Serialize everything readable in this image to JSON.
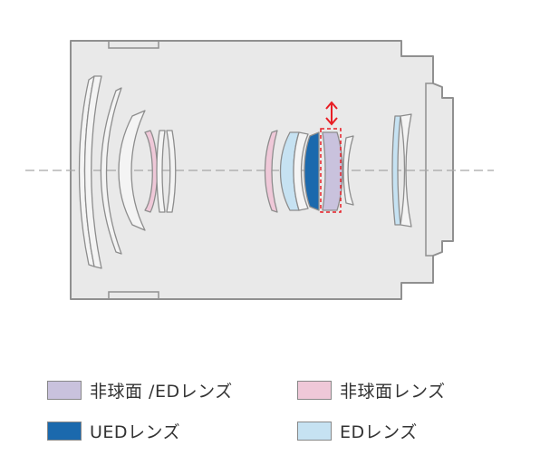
{
  "colors": {
    "barrel_fill": "#e9e9e9",
    "barrel_stroke": "#909090",
    "lens_stroke": "#8d8d8d",
    "axis": "#a6a6a6",
    "plain_lens": "#f4f4f4",
    "aspherical_ed": "#c9c2dd",
    "aspherical": "#efc8d8",
    "ued": "#1b69ad",
    "ed": "#c6e2f2",
    "focus_indicator": "#e81e25"
  },
  "legend": [
    {
      "id": "aspherical-ed",
      "label": "非球面 /EDレンズ",
      "color": "#c9c2dd"
    },
    {
      "id": "aspherical",
      "label": "非球面レンズ",
      "color": "#efc8d8"
    },
    {
      "id": "ued",
      "label": "UEDレンズ",
      "color": "#1b69ad"
    },
    {
      "id": "ed",
      "label": "EDレンズ",
      "color": "#c6e2f2"
    }
  ]
}
